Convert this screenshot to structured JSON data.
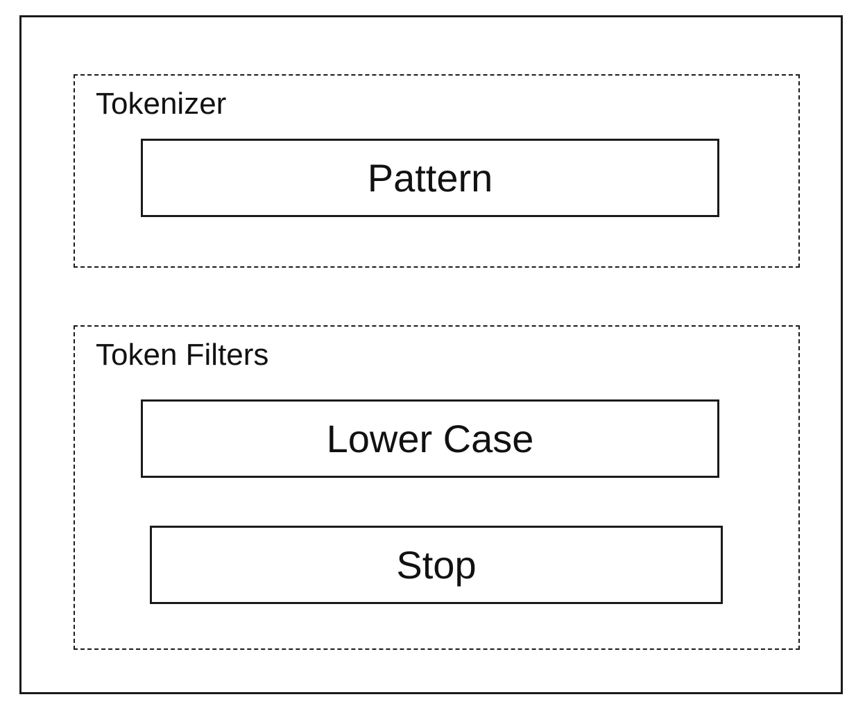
{
  "tokenizer": {
    "label": "Tokenizer",
    "stages": [
      "Pattern"
    ]
  },
  "token_filters": {
    "label": "Token Filters",
    "stages": [
      "Lower Case",
      "Stop"
    ]
  }
}
